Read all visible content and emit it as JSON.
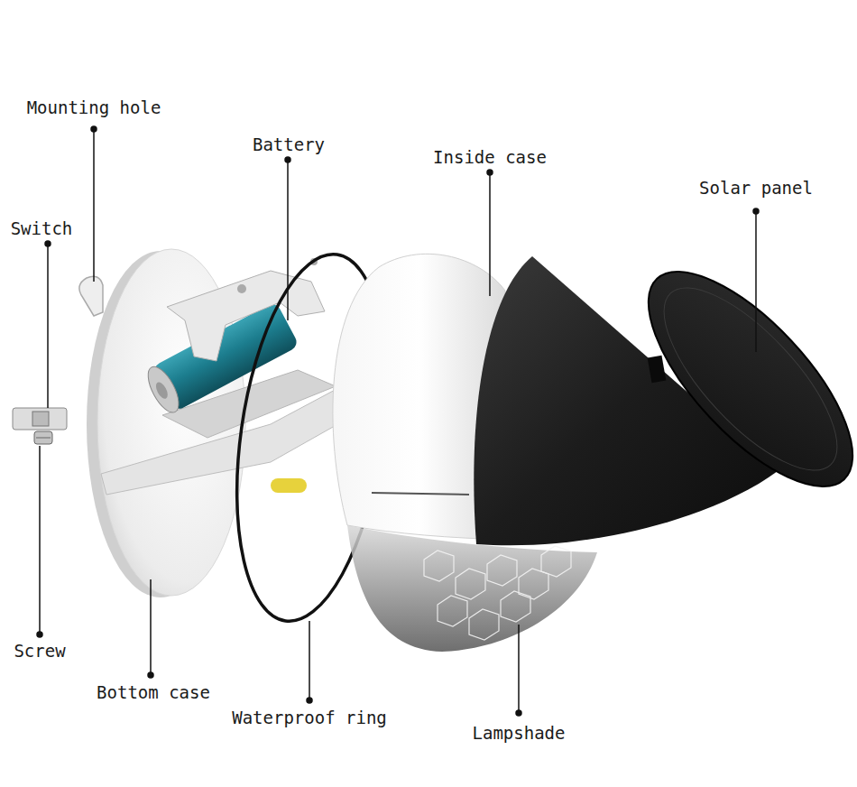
{
  "diagram": {
    "labels": [
      "Mounting hole",
      "Battery",
      "Inside case",
      "Solar panel",
      "Switch",
      "Screw",
      "Bottom case",
      "Waterproof ring",
      "Lampshade"
    ]
  }
}
